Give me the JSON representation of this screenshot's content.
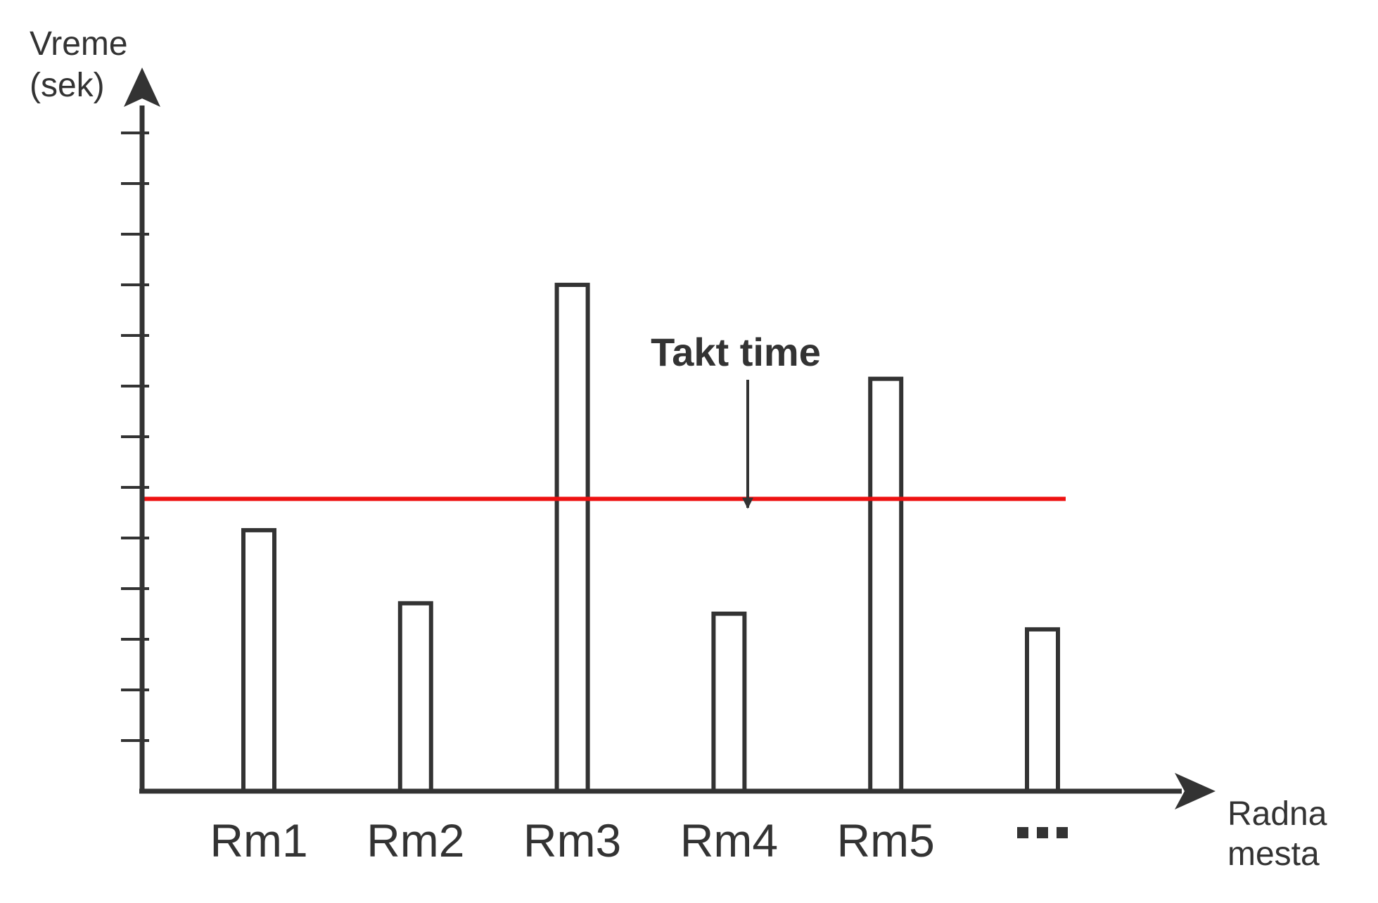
{
  "chart_data": {
    "type": "bar",
    "categories": [
      "Rm1",
      "Rm2",
      "Rm3",
      "Rm4",
      "Rm5",
      "..."
    ],
    "values": [
      5,
      3.6,
      9.7,
      3.4,
      7.9,
      3.1
    ],
    "ylabel_lines": [
      "Vreme",
      "(sek)"
    ],
    "xlabel_lines": [
      "Radna",
      "mesta"
    ],
    "ylim": [
      0,
      13.5
    ],
    "y_tick_count": 13,
    "reference_line": {
      "label": "Takt time",
      "value": 5.6,
      "color": "#ee1111"
    },
    "grid": false,
    "legend": "none"
  }
}
